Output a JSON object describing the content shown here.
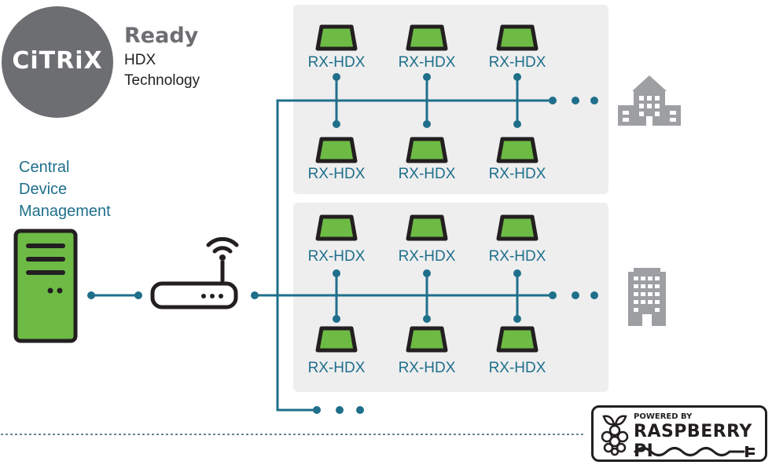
{
  "badge": {
    "logo_text": "CiTRiX",
    "ready": "Ready",
    "line1": "HDX",
    "line2": "Technology"
  },
  "management": {
    "line1": "Central",
    "line2": "Device",
    "line3": "Management"
  },
  "device_label": "RX-HDX",
  "footer": {
    "powered_by": "POWERED BY",
    "brand": "RASPBERRY PI"
  },
  "colors": {
    "line": "#1f6f8b",
    "device_green": "#6dbb45",
    "device_outline": "#231f20",
    "panel": "#eeeeef",
    "building": "#9d9fa2"
  },
  "icons": [
    "server-icon",
    "router-icon",
    "wifi-icon",
    "thin-client-icon",
    "office-building-icon",
    "tower-building-icon",
    "raspberry-icon"
  ]
}
